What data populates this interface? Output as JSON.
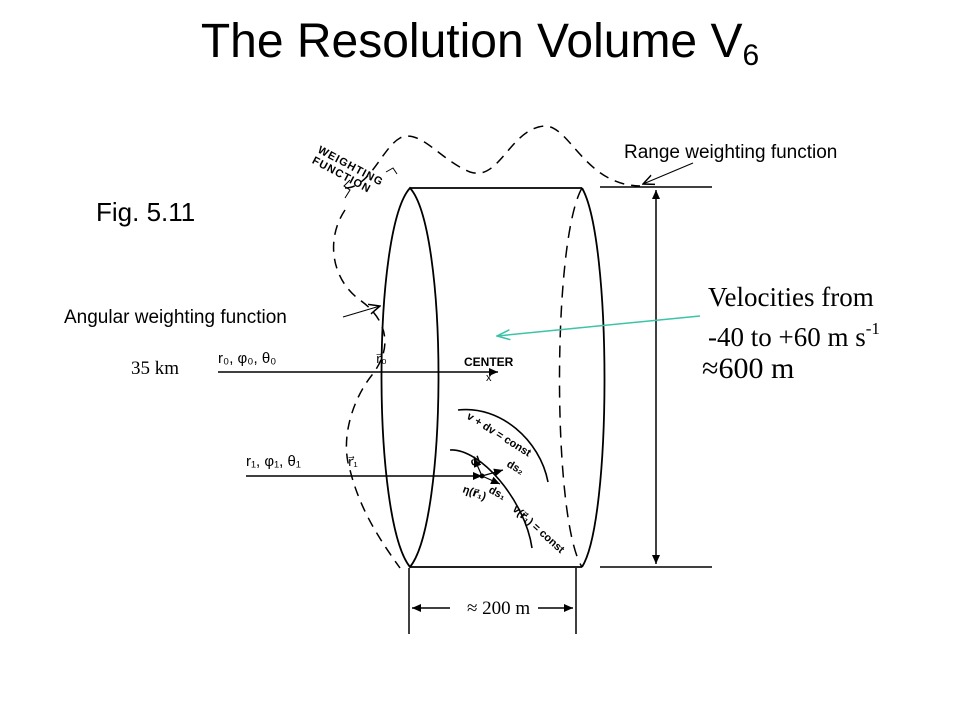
{
  "title": {
    "text": "The Resolution Volume V",
    "subscript": "6"
  },
  "figure_label": "Fig. 5.11",
  "labels": {
    "range_weighting": "Range weighting function",
    "angular_weighting": "Angular weighting function",
    "velocities_line1": "Velocities from",
    "velocities_line2": "-40 to +60 m s",
    "velocities_exp": "-1",
    "height": "≈600 m",
    "distance": "35 km",
    "width": "≈ 200 m"
  },
  "figure": {
    "weighting_function_line1": "WEIGHTING",
    "weighting_function_line2": "FUNCTION",
    "r0_coords": "r₀, φ₀, θ₀",
    "r0_vector": "r⃗₀",
    "center": "CENTER",
    "center_x": "x",
    "r1_coords": "r₁, φ₁, θ₁",
    "r1_vector": "r⃗₁",
    "v_dv": "v + dv = const",
    "v_r1": "v(r⃗₁) = const",
    "dl": "dl",
    "ds2": "ds₂",
    "ds1": "ds₁",
    "eta": "η(r⃗₁)"
  },
  "colors": {
    "text": "#000000",
    "velocity_pointer": "#3cc3a8"
  }
}
